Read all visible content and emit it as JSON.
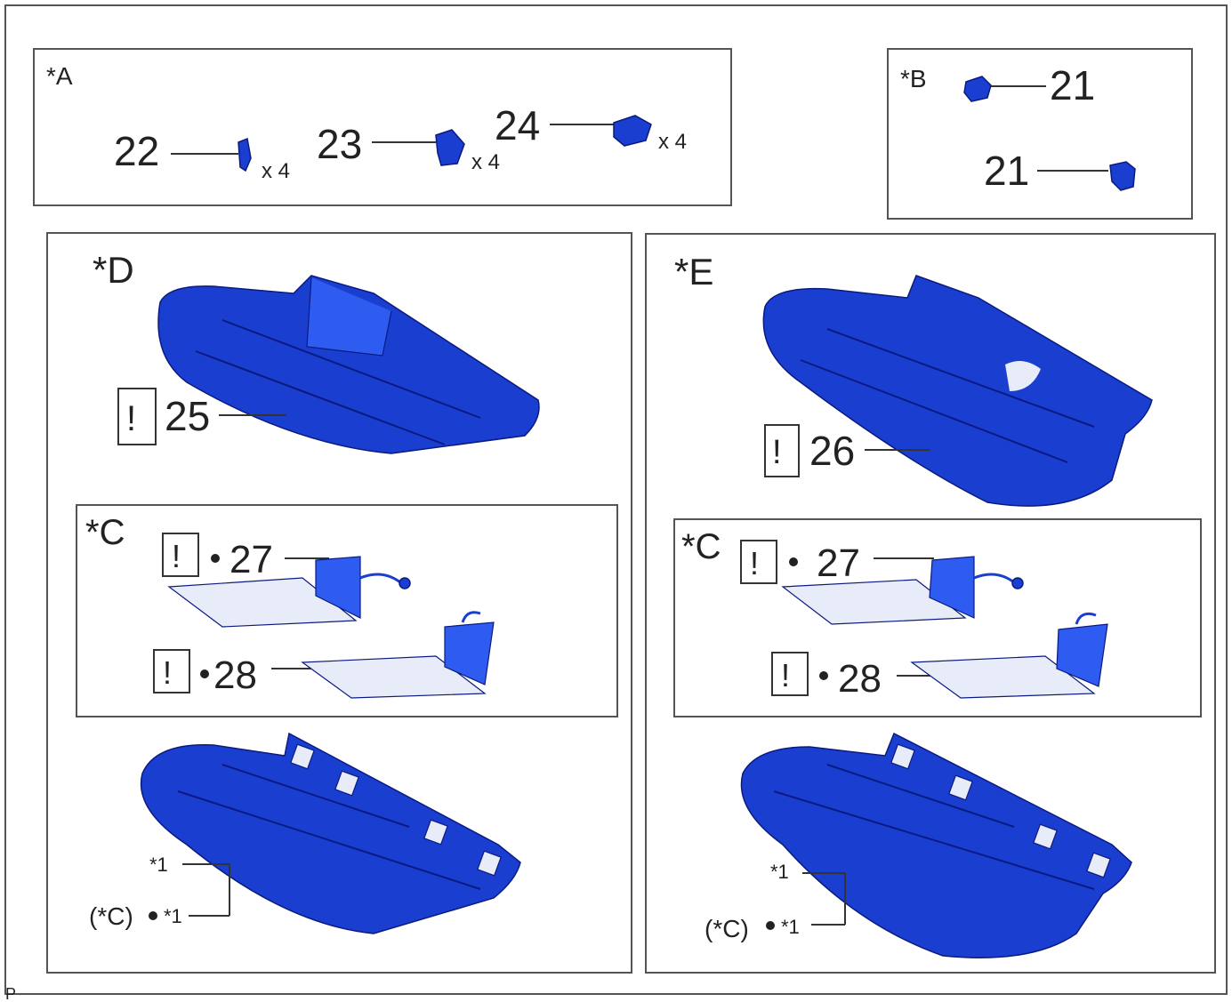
{
  "labels": {
    "box_a": "*A",
    "box_b": "*B",
    "box_c": "*C",
    "box_d": "*D",
    "box_e": "*E",
    "p22": "22",
    "p23": "23",
    "p24": "24",
    "p21a": "21",
    "p21b": "21",
    "p25": "25",
    "p26": "26",
    "p27": "27",
    "p28": "28",
    "qty": "x 4",
    "warn": "!",
    "star1": "*1",
    "star1c": "(*C)",
    "corner": "P"
  },
  "colors": {
    "part": "#1a3fd0",
    "outline": "#555555"
  }
}
